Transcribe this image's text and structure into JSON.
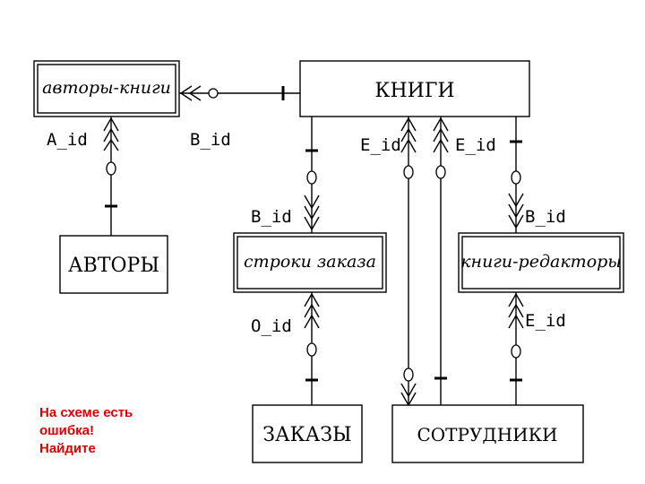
{
  "entities": {
    "books": "КНИГИ",
    "authors": "АВТОРЫ",
    "orders": "ЗАКАЗЫ",
    "employees": "СОТРУДНИКИ"
  },
  "associations": {
    "authors_books": "авторы-книги",
    "order_lines": "строки заказа",
    "books_editors": "книги-редакторы"
  },
  "keys": {
    "a_id": "A_id",
    "b_id_top": "B_id",
    "b_id_order_lines": "B_id",
    "b_id_editors": "B_id",
    "e_id_left": "E_id",
    "e_id_right": "E_id",
    "e_id_editors": "E_id",
    "o_id": "O_id"
  },
  "note": "На схеме есть\nошибка!\nНайдите",
  "colors": {
    "line": "#000000",
    "note": "#e00000",
    "background": "#ffffff"
  }
}
